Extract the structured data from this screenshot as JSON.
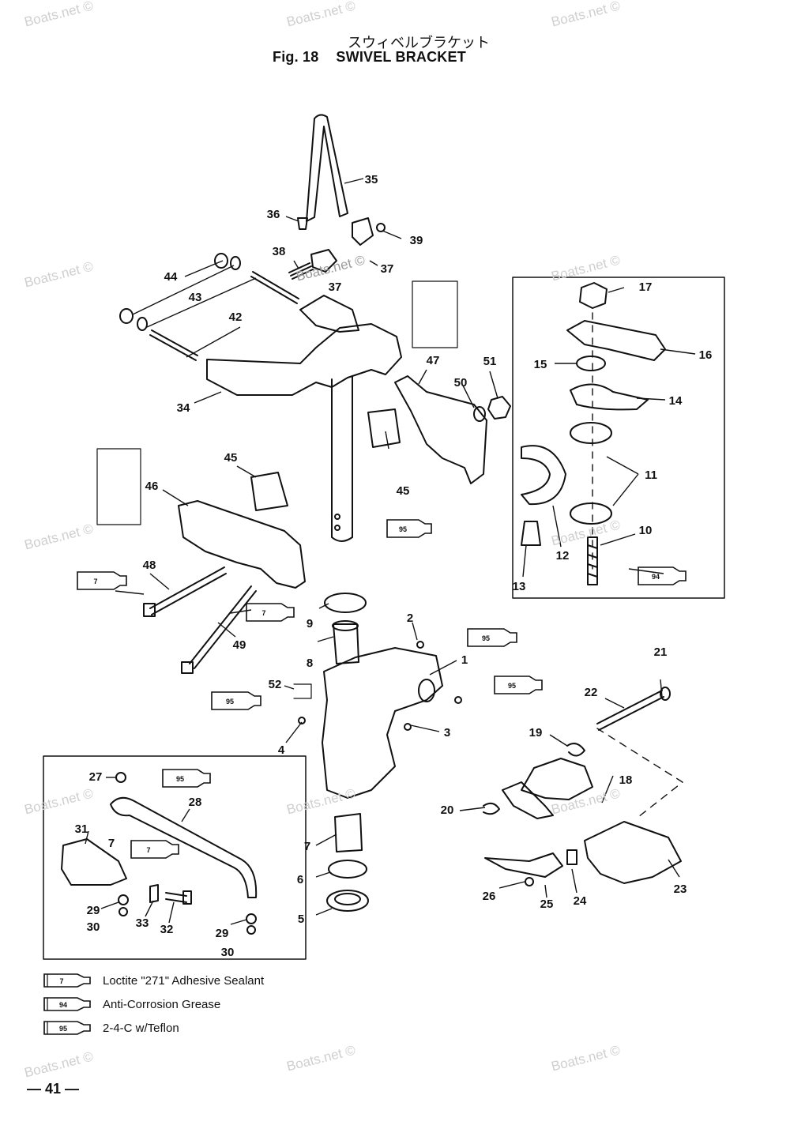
{
  "title": {
    "japanese": "スウィベルブラケット",
    "figure": "Fig. 18",
    "name": "SWIVEL BRACKET"
  },
  "callouts": [
    {
      "n": "1"
    },
    {
      "n": "2"
    },
    {
      "n": "3"
    },
    {
      "n": "4"
    },
    {
      "n": "5"
    },
    {
      "n": "6"
    },
    {
      "n": "7"
    },
    {
      "n": "7"
    },
    {
      "n": "8"
    },
    {
      "n": "9"
    },
    {
      "n": "10"
    },
    {
      "n": "11"
    },
    {
      "n": "12"
    },
    {
      "n": "13"
    },
    {
      "n": "14"
    },
    {
      "n": "15"
    },
    {
      "n": "16"
    },
    {
      "n": "17"
    },
    {
      "n": "18"
    },
    {
      "n": "19"
    },
    {
      "n": "20"
    },
    {
      "n": "21"
    },
    {
      "n": "22"
    },
    {
      "n": "23"
    },
    {
      "n": "24"
    },
    {
      "n": "25"
    },
    {
      "n": "26"
    },
    {
      "n": "27"
    },
    {
      "n": "28"
    },
    {
      "n": "29"
    },
    {
      "n": "29"
    },
    {
      "n": "30"
    },
    {
      "n": "30"
    },
    {
      "n": "31"
    },
    {
      "n": "32"
    },
    {
      "n": "33"
    },
    {
      "n": "34"
    },
    {
      "n": "35"
    },
    {
      "n": "36"
    },
    {
      "n": "37"
    },
    {
      "n": "37"
    },
    {
      "n": "38"
    },
    {
      "n": "39"
    },
    {
      "n": "42"
    },
    {
      "n": "43"
    },
    {
      "n": "44"
    },
    {
      "n": "45"
    },
    {
      "n": "45"
    },
    {
      "n": "46"
    },
    {
      "n": "47"
    },
    {
      "n": "48"
    },
    {
      "n": "49"
    },
    {
      "n": "50"
    },
    {
      "n": "51"
    },
    {
      "n": "52"
    }
  ],
  "tubes": [
    {
      "code": "95"
    },
    {
      "code": "94"
    },
    {
      "code": "7"
    },
    {
      "code": "7"
    },
    {
      "code": "95"
    },
    {
      "code": "95"
    },
    {
      "code": "95"
    },
    {
      "code": "95"
    },
    {
      "code": "7"
    }
  ],
  "legend": [
    {
      "code": "7",
      "label": "Loctite \"271\" Adhesive Sealant"
    },
    {
      "code": "94",
      "label": "Anti-Corrosion Grease"
    },
    {
      "code": "95",
      "label": "2-4-C w/Teflon"
    }
  ],
  "page_number": "— 41 —",
  "watermark": "Boats.net ©",
  "colors": {
    "ink": "#111111",
    "watermark": "#cfcfcf",
    "paper": "#ffffff"
  }
}
